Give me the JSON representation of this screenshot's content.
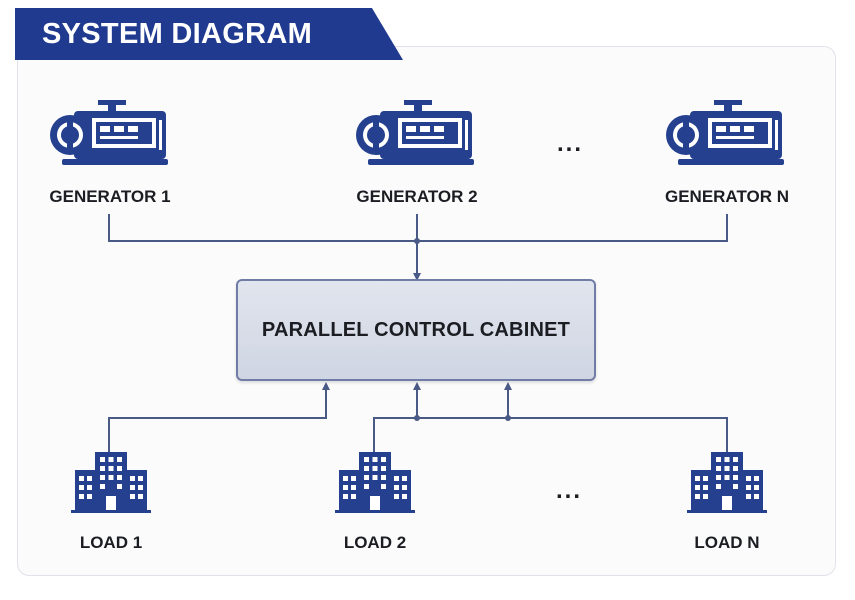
{
  "header": {
    "title": "SYSTEM DIAGRAM"
  },
  "generators": {
    "items": [
      {
        "label": "GENERATOR 1",
        "icon": "generator-icon"
      },
      {
        "label": "GENERATOR 2",
        "icon": "generator-icon"
      },
      {
        "label": "GENERATOR N",
        "icon": "generator-icon"
      }
    ],
    "ellipsis": "..."
  },
  "cabinet": {
    "label": "PARALLEL CONTROL CABINET"
  },
  "loads": {
    "items": [
      {
        "label": "LOAD 1",
        "icon": "building-icon"
      },
      {
        "label": "LOAD 2",
        "icon": "building-icon"
      },
      {
        "label": "LOAD N",
        "icon": "building-icon"
      }
    ],
    "ellipsis": "..."
  },
  "colors": {
    "banner": "#1f3a8f",
    "icon": "#24408e",
    "line": "#4a5a86",
    "cabinet_fill": "#d7dce7",
    "cabinet_border": "#6f7da6"
  }
}
